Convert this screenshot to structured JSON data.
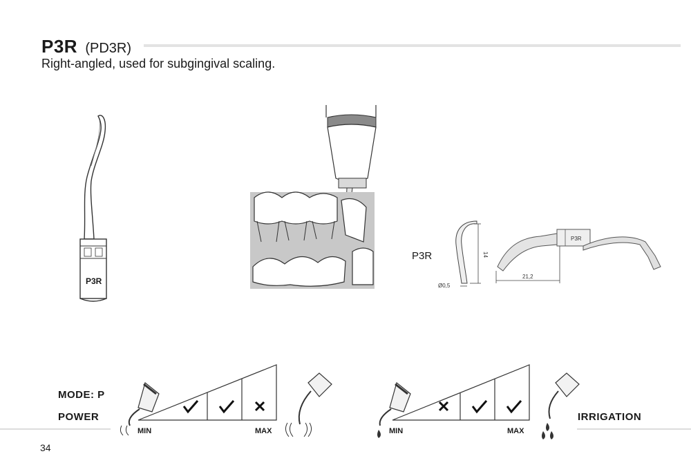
{
  "header": {
    "title": "P3R",
    "title_alt": "(PD3R)",
    "subtitle": "Right-angled, used for subgingival scaling."
  },
  "product": {
    "tip_label": "P3R",
    "side_label": "P3R",
    "engraving": "P3R",
    "dim_height": "14",
    "dim_length": "21,2",
    "dim_diameter": "Ø0,5"
  },
  "settings": {
    "mode_label": "MODE: P",
    "power_label": "POWER",
    "irrigation_label": "IRRIGATION",
    "power_min": "MIN",
    "power_max": "MAX",
    "irrigation_min": "MIN",
    "irrigation_max": "MAX",
    "power_levels": [
      "check",
      "check",
      "cross"
    ],
    "irrigation_levels": [
      "cross",
      "check",
      "check"
    ]
  },
  "footer": {
    "page_number": "34"
  }
}
